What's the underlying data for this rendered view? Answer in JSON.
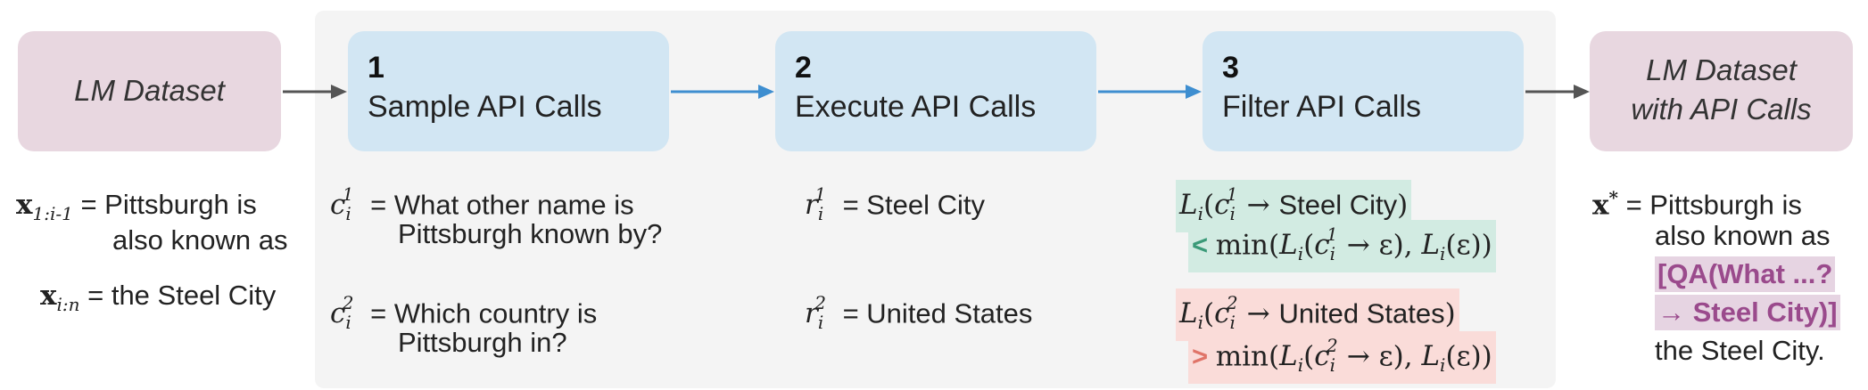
{
  "boxes": {
    "input": "LM Dataset",
    "output_line1": "LM Dataset",
    "output_line2": "with API Calls"
  },
  "steps": [
    {
      "num": "1",
      "label": "Sample API Calls"
    },
    {
      "num": "2",
      "label": "Execute API Calls"
    },
    {
      "num": "3",
      "label": "Filter API Calls"
    }
  ],
  "input_text": {
    "x1_sub": "1:i-1",
    "x1_line1": " = Pittsburgh is",
    "x1_line2": "also known as",
    "x2_sub": "i:n",
    "x2_text": " = the Steel City"
  },
  "samples": {
    "c1_line1": " = What other name is",
    "c1_line2": "Pittsburgh known by?",
    "c2_line1": " = Which country is",
    "c2_line2": "Pittsburgh in?"
  },
  "results": {
    "r1": " = Steel City",
    "r2": " = United States"
  },
  "filter": {
    "l1_result": "Steel City",
    "op_less": "<",
    "l2_result": "United States",
    "op_greater": ">"
  },
  "output_text": {
    "xstar_line1": " = Pittsburgh is",
    "xstar_line2": "also known as",
    "api_line1": "[QA(What ...?",
    "api_line2": "→ Steel City)]",
    "xstar_line5": "the Steel City."
  },
  "colors": {
    "pink_box": "#e8d7e0",
    "blue_box": "#d2e6f3",
    "blue_arrow": "#3e8ed0",
    "gray_arrow": "#555555",
    "green_highlight": "#d2ebe2",
    "red_highlight": "#fadcd9",
    "purple_highlight": "#e6d4e2"
  }
}
